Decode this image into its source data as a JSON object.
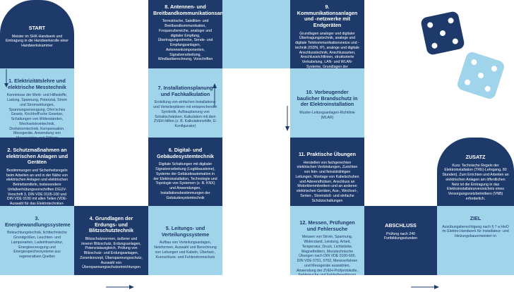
{
  "start": {
    "title": "START",
    "text": "Meister im SHK-Handwerk und Eintragung in die Handwerksrolle einer Handwerkskammer"
  },
  "tiles": [
    {
      "title": "1. Elektrizitätslehre und elektrische Messtechnik",
      "text": "Kenntnisse der Werk- und Hilfsstoffe, Ladung, Spannung, Potenzial, Strom und Stromwirkungen, Spannungserzeugung, Ohm'sches Gesetz, Kirchhoff'sche Gesetze, Schaltungen von Widerständen, Wechselstromtechnik, Drehstromtechnik, Kompensation, Messgeräte, Anwendung von Messgeräten und Zählern"
    },
    {
      "title": "2. Schutzmaßnahmen an elektrischen Anlagen und Geräten",
      "text": "Bestimmungen und Sicherheitsregeln beim Arbeiten an und in der Nähe von elektrischen Anlagen und elektrischen Betriebsmitteln, insbesondere Unfallverhütungsvorschriften DGUV-Vorschrift 3, DIN VDE 0105-100 und DIN VDE 0100 mit allen Teilen (VDE-Auswahl für das Elektrotechniker-Handwerk)"
    },
    {
      "title": "3. Energiewandlungssysteme",
      "text": "Beleuchtungstechnik, lichttechnische Grundgrößen, Leuchten- und Lampenarten, Ladeinfrastruktur, Energieerzeugung und Energiespeichersysteme aus regenerativen Quellen"
    },
    {
      "title": "4. Grundlagen der Erdungs- und Blitzschutztechnik",
      "text": "Blitzschutznormen, äußerer und innerer Blitzschutz, Erdungsanlagen, Potenzialausgleich, Prüfung von Blitzschutz- und Erdungsanlagen, Zonenkonzept, Überspannungsschutz, Auswahl von Überspannungsschutzeinrichtungen"
    },
    {
      "title": "5. Leitungs- und Verteilungssysteme",
      "text": "Aufbau von Verteilungsanlagen, Netzformen, Auswahl und Berechnung von Leitungen und Kabeln, Überlast-, Kurzschluss- und Fehlerstromschutz"
    },
    {
      "title": "6. Digital- und Gebäudesystemtechnik",
      "text": "Digitale Schaltungen mit digitaler Signalverarbeitung (Logikbausteine), Systeme der Gebäudeautomation in der Elektroinstallation, Technologie und Topologie von Systemen (z. B. KNX) und Anwendungen, Installationsbestimmungen der Gebäudesystemtechnik"
    },
    {
      "title": "7. Installationsplanung und Fachkalkulation",
      "text": "Erstellung von einfachen Installations- und Verteilerplänen mit entsprechender Symbolik, Aufbauplanung von Schaltschränken, Kalkulation mit dem ZVEH-Hilfen (z. B. Kalkulationshilfe, E-Konfigurator)"
    },
    {
      "title": "8. Antennen- und Breitbandkommunikationsanlagen",
      "text": "Terrestrische, Satelliten- und Breitbandkommunikation, Frequenzbereiche, analoger und digitaler Empfang, Übertragungsstrecke, Sende- und Empfangsanlagen, Antennenkomponenten, Signalverarbeitung, Windlastberechnung, Vorschriften"
    },
    {
      "title": "9. Kommunikationsanlagen und -netzwerke mit Endgeräten",
      "text": "Grundlagen analoger und digitaler Übertragungstechnik, analoge und digitale Telekommunikationsnetze und -technik (ISDN, IP), analoge und digitale Anschlusstechnik, Anschlussarten, Anschlussrichtlinien, strukturierte Verkabelung, LAN- und WLAN-Systeme, Grundlagen der Datensicherheit, EMV"
    },
    {
      "title": "10. Vorbeugender baulicher Brandschutz in der Elektroinstallation",
      "text": "Muster-Leitungsanlagen-Richtlinie (MLAR)"
    },
    {
      "title": "11. Praktische Übungen",
      "text": "Herstellen von fachgerechten elektrischen Verbindungen, Zurichten von fein- und feinstdrähtigen Leitungen, Montage von Kabelschuhen und Aderendhülsen, Anschluss an Motorklemmbrettern und an anderen elektrischen Geräten, Aus-, Wechsel-, Serien-, Stromstoß- und einfache Schützschaltungen"
    },
    {
      "title": "12. Messen, Prüfungen und Fehlersuche",
      "text": "Messen von Strom, Spannung, Widerstand, Leistung, Arbeit, Temperatur, Druck, Lichtstärke, Magnetfeldern, Messtechnische Übungen nach DIN VDE 0100-600, DIN VDE 0701, 0702, Messverfahren und Messgeräte auswählen, Anwendung der ZVEH-Prüfprotokolle, Fehlersuche und Fehlerbeseitigung"
    }
  ],
  "abschluss": {
    "title": "ABSCHLUSS",
    "text": "Prüfung nach 240 Fortbildungsstunden"
  },
  "zusatz": {
    "title": "ZUSATZ",
    "text": "Kurs: Technische Regeln der Elektroinstallation (TRE)-Lehrgang, 80 Stunden). Zum Errichten und Arbeiten an elektrischen Anlagen am öffentlichen Netz ist die Eintragung in das Elektroinstallateurverzeichnis eines Versorgungsnetzbetreibers (VNB) erforderlich."
  },
  "ziel": {
    "title": "ZIEL",
    "text": "Ausübungsberechtigung nach § 7 a HwO im Elektro-Handwerk für Installateur- und Heizungsbauermeister/-in"
  },
  "colors": {
    "dark": "#1e3a6b",
    "light": "#9fd4ea",
    "white": "#ffffff"
  },
  "decorations": [
    "dice-dark-icon",
    "dice-light-icon"
  ]
}
